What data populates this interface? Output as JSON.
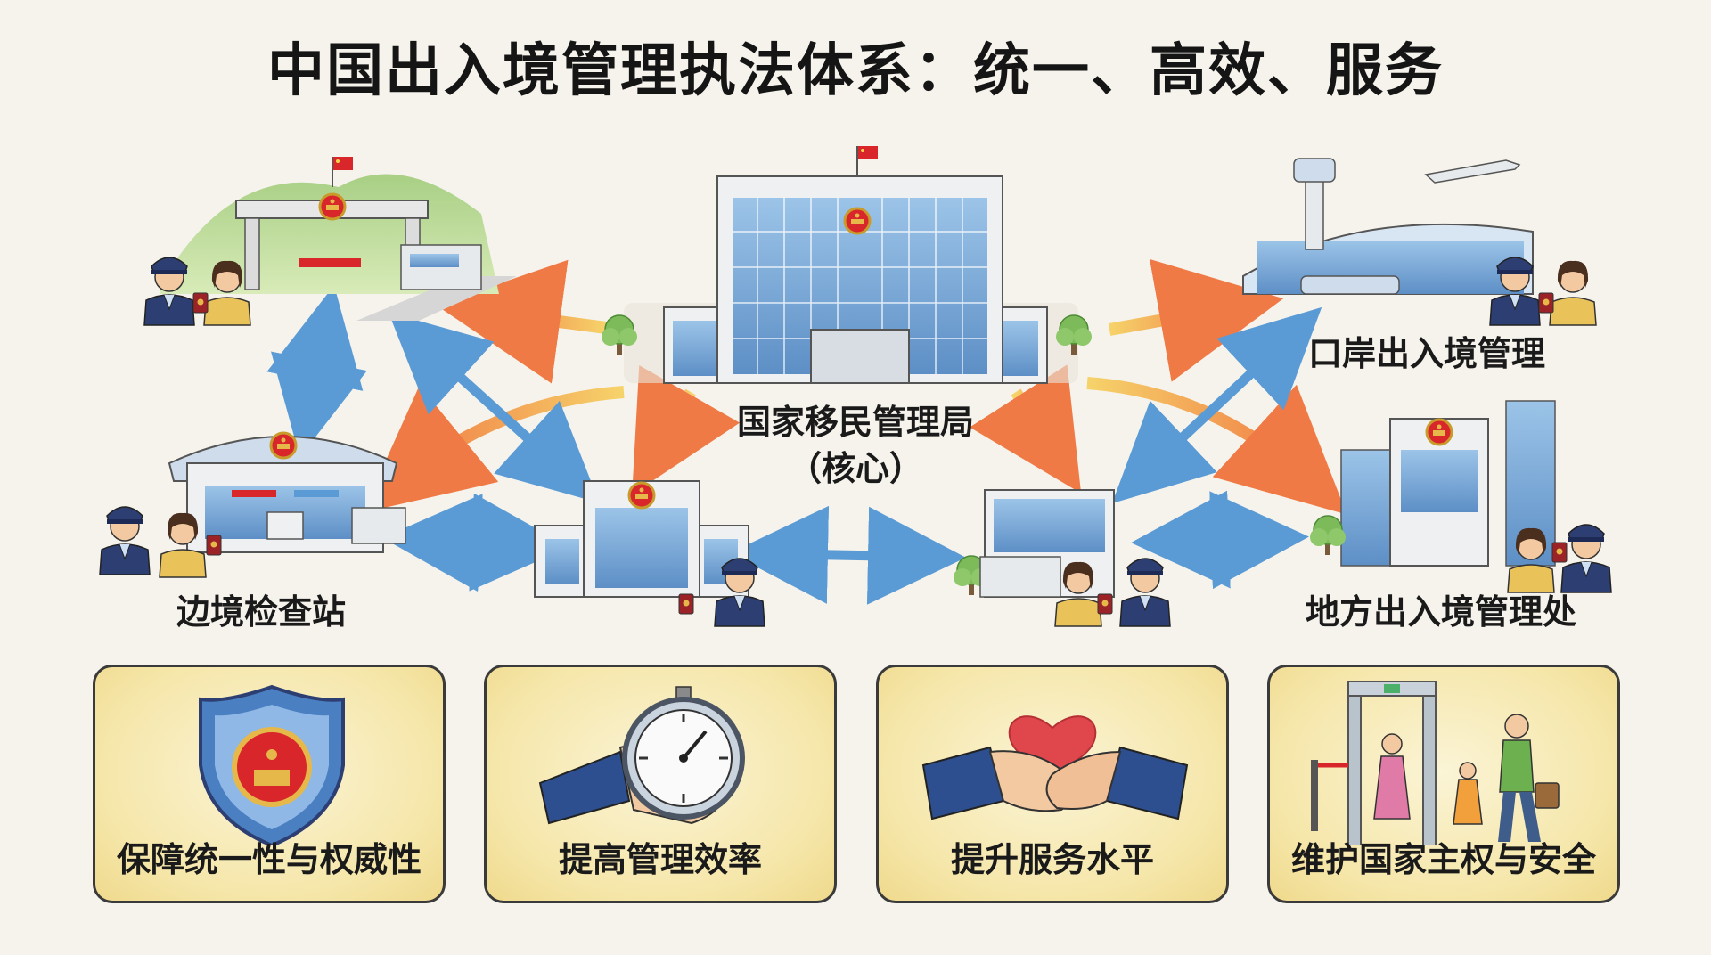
{
  "title": "中国出入境管理执法体系：统一、高效、服务",
  "nodes": {
    "center": {
      "name": "国家移民管理局",
      "sub": "（核心）"
    },
    "port": "口岸出入境管理",
    "border": "边境检查站",
    "local": "地方出入境管理处"
  },
  "cards": [
    {
      "label": "保障统一性与权威性",
      "icon": "shield-emblem-icon"
    },
    {
      "label": "提高管理效率",
      "icon": "stopwatch-icon"
    },
    {
      "label": "提升服务水平",
      "icon": "handshake-heart-icon"
    },
    {
      "label": "维护国家主权与安全",
      "icon": "security-gate-icon"
    }
  ],
  "colors": {
    "flag_red": "#d8262b",
    "arrow_orange": "#f08a4b",
    "arrow_blue": "#5b9bd5",
    "card_fill": "#f5e6a8",
    "uniform_navy": "#2d3e73"
  }
}
